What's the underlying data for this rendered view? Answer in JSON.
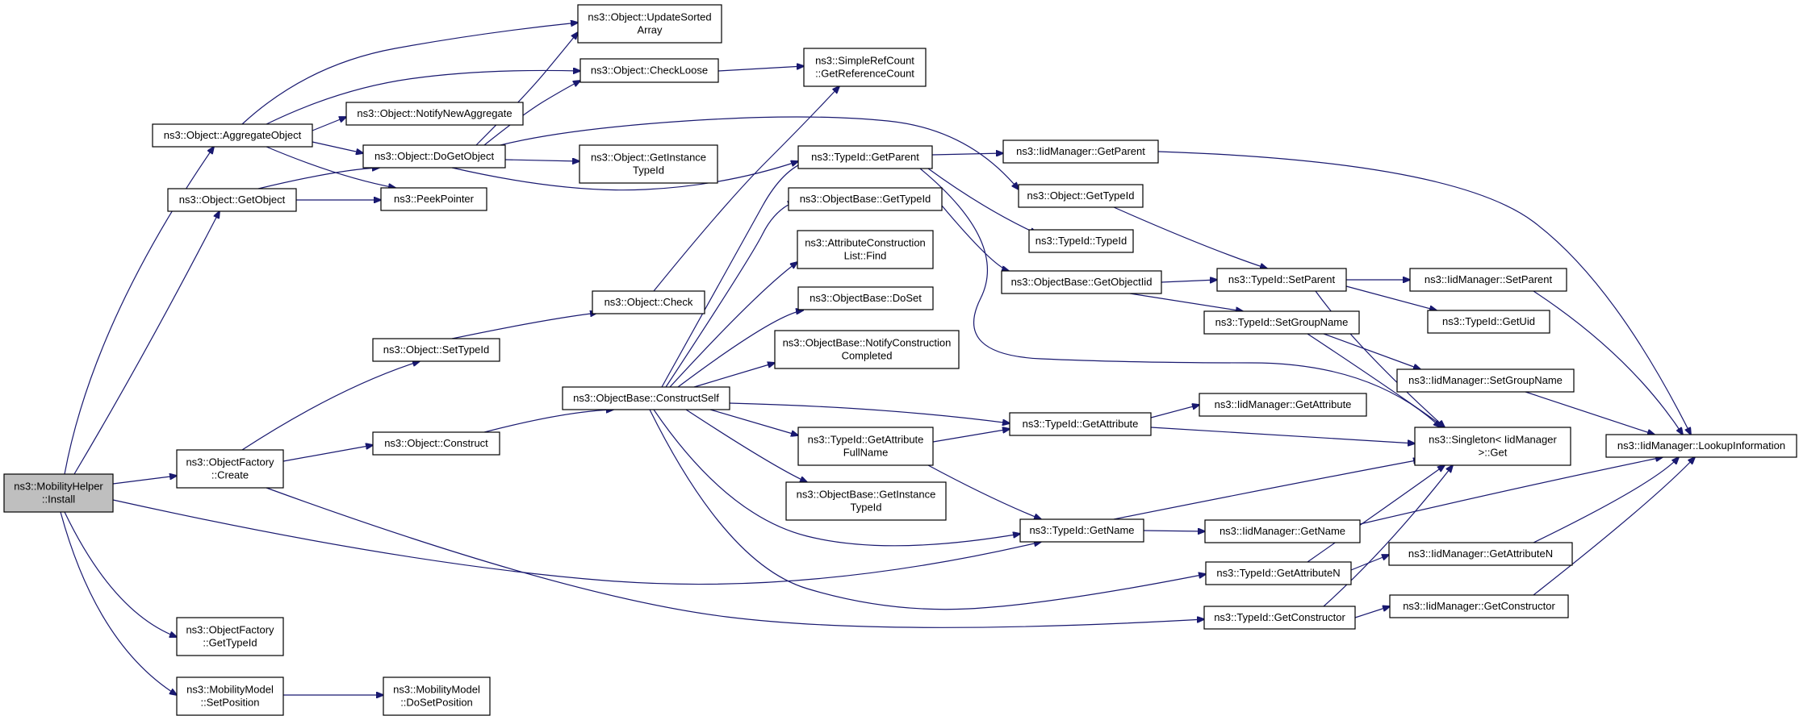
{
  "diagram": {
    "colors": {
      "edge": "#191970",
      "node_fill": "#ffffff",
      "root_fill": "#bfbfbf",
      "node_border": "#000000"
    },
    "nodes": [
      {
        "id": "install",
        "lines": [
          "ns3::MobilityHelper",
          "::Install"
        ],
        "root": true
      },
      {
        "id": "aggregate",
        "lines": [
          "ns3::Object::AggregateObject"
        ]
      },
      {
        "id": "getobject",
        "lines": [
          "ns3::Object::GetObject"
        ]
      },
      {
        "id": "of_create",
        "lines": [
          "ns3::ObjectFactory",
          "::Create"
        ]
      },
      {
        "id": "of_gettypeid",
        "lines": [
          "ns3::ObjectFactory",
          "::GetTypeId"
        ]
      },
      {
        "id": "mm_setpos",
        "lines": [
          "ns3::MobilityModel",
          "::SetPosition"
        ]
      },
      {
        "id": "updatesorted",
        "lines": [
          "ns3::Object::UpdateSorted",
          "Array"
        ]
      },
      {
        "id": "checkloose",
        "lines": [
          "ns3::Object::CheckLoose"
        ]
      },
      {
        "id": "notifynewagg",
        "lines": [
          "ns3::Object::NotifyNewAggregate"
        ]
      },
      {
        "id": "dogetobject",
        "lines": [
          "ns3::Object::DoGetObject"
        ]
      },
      {
        "id": "peekpointer",
        "lines": [
          "ns3::PeekPointer"
        ]
      },
      {
        "id": "settypeid",
        "lines": [
          "ns3::Object::SetTypeId"
        ]
      },
      {
        "id": "construct",
        "lines": [
          "ns3::Object::Construct"
        ]
      },
      {
        "id": "mm_dosetpos",
        "lines": [
          "ns3::MobilityModel",
          "::DoSetPosition"
        ]
      },
      {
        "id": "getrefcount",
        "lines": [
          "ns3::SimpleRefCount",
          "::GetReferenceCount"
        ]
      },
      {
        "id": "getinst1",
        "lines": [
          "ns3::Object::GetInstance",
          "TypeId"
        ]
      },
      {
        "id": "check",
        "lines": [
          "ns3::Object::Check"
        ]
      },
      {
        "id": "constructself",
        "lines": [
          "ns3::ObjectBase::ConstructSelf"
        ]
      },
      {
        "id": "tid_getparent",
        "lines": [
          "ns3::TypeId::GetParent"
        ]
      },
      {
        "id": "ob_gettypeid",
        "lines": [
          "ns3::ObjectBase::GetTypeId"
        ]
      },
      {
        "id": "acl_find",
        "lines": [
          "ns3::AttributeConstruction",
          "List::Find"
        ]
      },
      {
        "id": "ob_doset",
        "lines": [
          "ns3::ObjectBase::DoSet"
        ]
      },
      {
        "id": "ob_notify",
        "lines": [
          "ns3::ObjectBase::NotifyConstruction",
          "Completed"
        ]
      },
      {
        "id": "tid_getattrfull",
        "lines": [
          "ns3::TypeId::GetAttribute",
          "FullName"
        ]
      },
      {
        "id": "ob_getinst",
        "lines": [
          "ns3::ObjectBase::GetInstance",
          "TypeId"
        ]
      },
      {
        "id": "iid_getparent",
        "lines": [
          "ns3::IidManager::GetParent"
        ]
      },
      {
        "id": "obj_gettypeid",
        "lines": [
          "ns3::Object::GetTypeId"
        ]
      },
      {
        "id": "tid_typeid",
        "lines": [
          "ns3::TypeId::TypeId"
        ]
      },
      {
        "id": "ob_getobjectiid",
        "lines": [
          "ns3::ObjectBase::GetObjectIid"
        ]
      },
      {
        "id": "tid_getattribute",
        "lines": [
          "ns3::TypeId::GetAttribute"
        ]
      },
      {
        "id": "tid_getname",
        "lines": [
          "ns3::TypeId::GetName"
        ]
      },
      {
        "id": "tid_setparent",
        "lines": [
          "ns3::TypeId::SetParent"
        ]
      },
      {
        "id": "tid_setgroupname",
        "lines": [
          "ns3::TypeId::SetGroupName"
        ]
      },
      {
        "id": "iid_getattribute",
        "lines": [
          "ns3::IidManager::GetAttribute"
        ]
      },
      {
        "id": "iid_getname",
        "lines": [
          "ns3::IidManager::GetName"
        ]
      },
      {
        "id": "tid_getattrn",
        "lines": [
          "ns3::TypeId::GetAttributeN"
        ]
      },
      {
        "id": "tid_getconstructor",
        "lines": [
          "ns3::TypeId::GetConstructor"
        ]
      },
      {
        "id": "iid_setparent",
        "lines": [
          "ns3::IidManager::SetParent"
        ]
      },
      {
        "id": "tid_getuid",
        "lines": [
          "ns3::TypeId::GetUid"
        ]
      },
      {
        "id": "iid_setgroupname",
        "lines": [
          "ns3::IidManager::SetGroupName"
        ]
      },
      {
        "id": "singleton_get",
        "lines": [
          "ns3::Singleton< IidManager",
          "  >::Get"
        ]
      },
      {
        "id": "iid_getattrn",
        "lines": [
          "ns3::IidManager::GetAttributeN"
        ]
      },
      {
        "id": "iid_getconstructor",
        "lines": [
          "ns3::IidManager::GetConstructor"
        ]
      },
      {
        "id": "iid_lookup",
        "lines": [
          "ns3::IidManager::LookupInformation"
        ]
      }
    ]
  }
}
